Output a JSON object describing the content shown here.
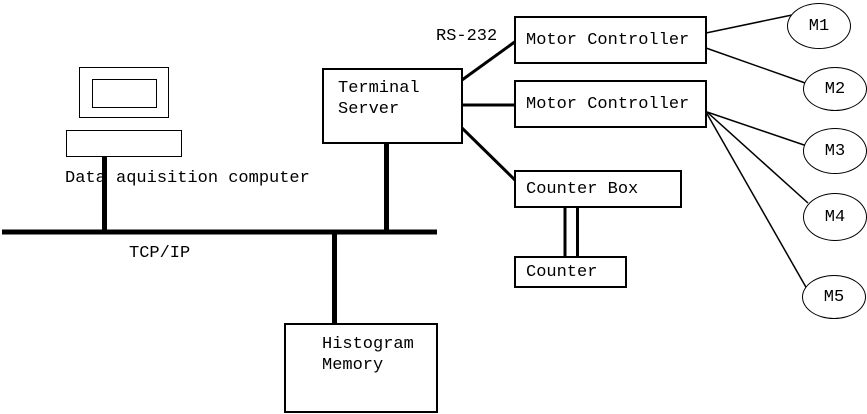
{
  "colors": {
    "background": "#ffffff",
    "line": "#000000",
    "text": "#000000"
  },
  "labels": {
    "computer": "Data aquisition computer",
    "network": "TCP/IP",
    "serial": "RS-232",
    "terminal_server": "Terminal\nServer",
    "motor_controller_1": "Motor Controller",
    "motor_controller_2": "Motor Controller",
    "counter_box": "Counter Box",
    "counter": "Counter",
    "histogram_memory": "Histogram\nMemory"
  },
  "motors": [
    {
      "label": "M1"
    },
    {
      "label": "M2"
    },
    {
      "label": "M3"
    },
    {
      "label": "M4"
    },
    {
      "label": "M5"
    }
  ]
}
